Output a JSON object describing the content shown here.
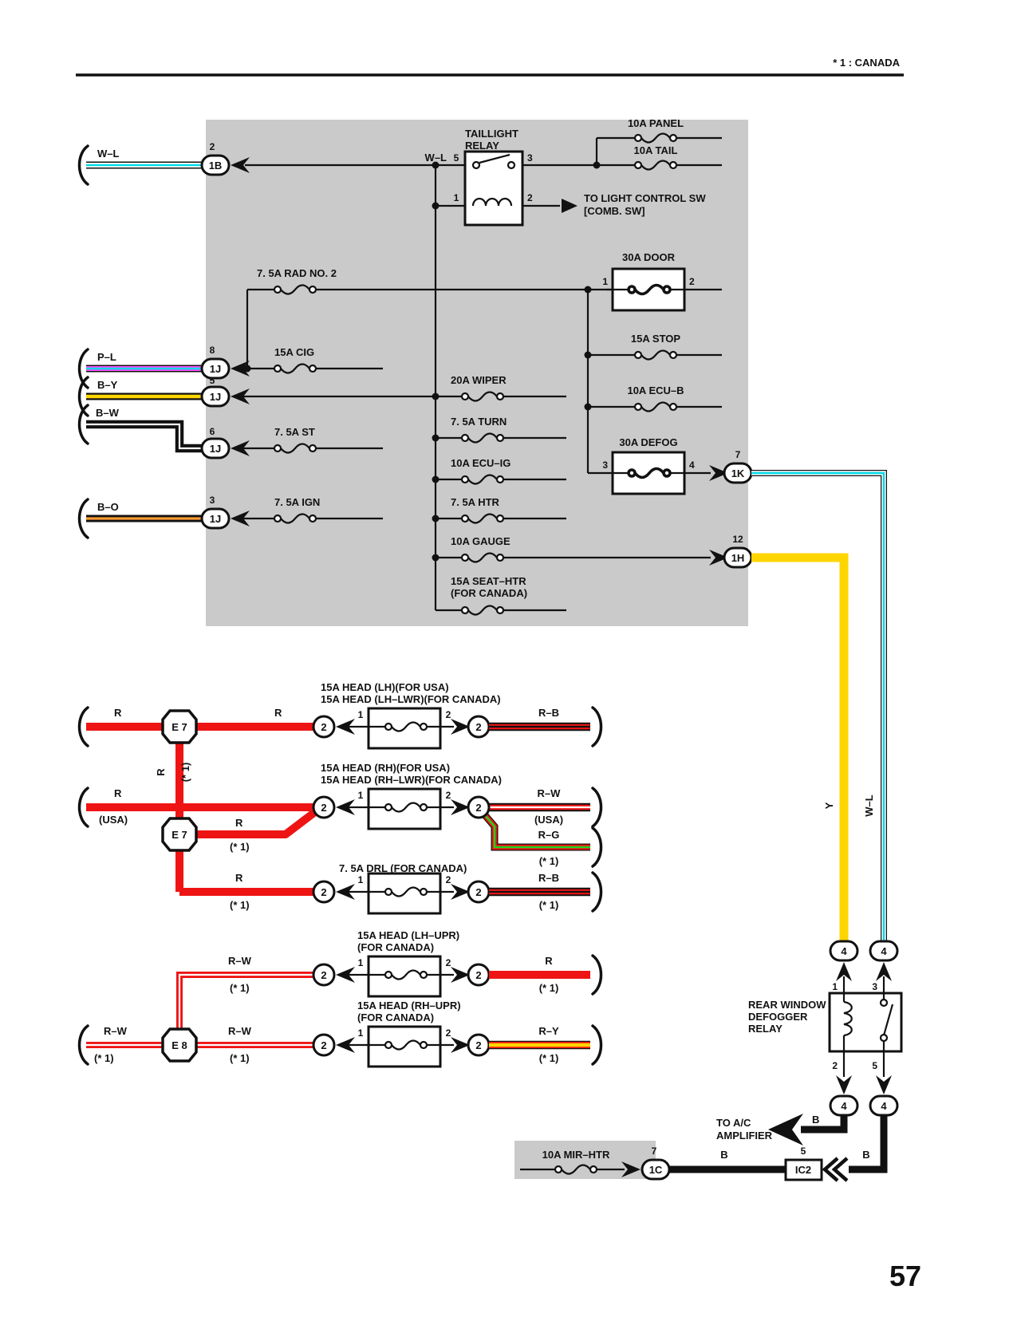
{
  "page": {
    "note": "* 1  : CANADA",
    "number": "57"
  },
  "colors": {
    "panel_gray": "#cacaca",
    "line_black": "#111111",
    "wire_red": "#ee1414",
    "wire_cyan": "#00d9e9",
    "wire_magenta": "#ff4cff",
    "wire_yellow": "#ffd500",
    "wire_orange": "#ff9a33",
    "wire_green": "#1ed41e",
    "wire_white": "#ffffff"
  },
  "t": {
    "taillight1": "TAILLIGHT",
    "taillight2": "RELAY",
    "tolight1": "TO LIGHT CONTROL SW",
    "tolight2": "[COMB.  SW]",
    "panel": "10A PANEL",
    "tail": "10A TAIL",
    "rad": "7. 5A RAD NO. 2",
    "cig": "15A CIG",
    "st": "7. 5A ST",
    "ign": "7. 5A IGN",
    "wiper": "20A WIPER",
    "turn": "7. 5A TURN",
    "ecuig": "10A ECU–IG",
    "htr": "7. 5A HTR",
    "gauge": "10A GAUGE",
    "seat1": "15A SEAT–HTR",
    "seat2": "(FOR CANADA)",
    "door": "30A DOOR",
    "stop": "15A STOP",
    "ecub": "10A ECU–B",
    "defog": "30A DEFOG",
    "lh1": "15A HEAD (LH)(FOR USA)",
    "lh2": "15A HEAD (LH–LWR)(FOR CANADA)",
    "rh1": "15A HEAD (RH)(FOR USA)",
    "rh2": "15A HEAD (RH–LWR)(FOR CANADA)",
    "drl": "7. 5A DRL (FOR CANADA)",
    "lhu1": "15A HEAD (LH–UPR)",
    "lhu2": "(FOR CANADA)",
    "rhu1": "15A HEAD (RH–UPR)",
    "rhu2": "(FOR CANADA)",
    "rwd1": "REAR WINDOW",
    "rwd2": "DEFOGGER",
    "rwd3": "RELAY",
    "toac1": "TO A/C",
    "toac2": "AMPLIFIER",
    "mirhtr": "10A MIR–HTR"
  },
  "w": {
    "wl": "W–L",
    "pl": "P–L",
    "by": "B–Y",
    "bw": "B–W",
    "bo": "B–O",
    "r": "R",
    "rb": "R–B",
    "rw": "R–W",
    "rg": "R–G",
    "ry": "R–Y",
    "y": "Y",
    "b": "B",
    "usa": "(USA)",
    "star1": "(* 1)"
  },
  "conn": {
    "b1": "1B",
    "j1": "1J",
    "k1": "1K",
    "h1": "1H",
    "c1": "1C",
    "ic2": "IC2",
    "e7": "E 7",
    "e8": "E 8",
    "n2": "2",
    "n4": "4"
  },
  "pin": {
    "p1": "1",
    "p2": "2",
    "p3": "3",
    "p4": "4",
    "p5": "5",
    "p6": "6",
    "p7": "7",
    "p8": "8",
    "p12": "12"
  }
}
